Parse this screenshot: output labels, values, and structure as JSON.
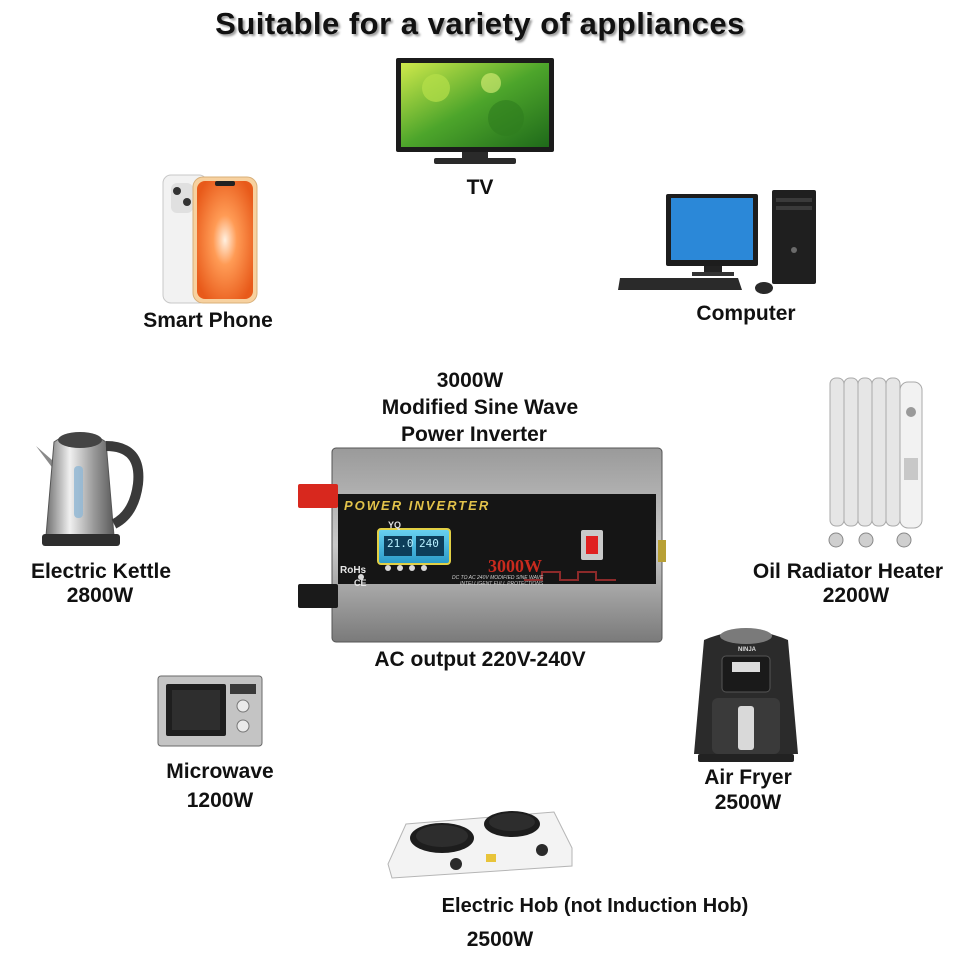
{
  "title": "Suitable for a variety of appliances",
  "center": {
    "line1": "3000W",
    "line2": "Modified Sine Wave",
    "line3": "Power Inverter",
    "output": "AC output 220V-240V",
    "device": {
      "banner": "POWER INVERTER",
      "brand": "YQ",
      "rohs": "RoHs",
      "cert": "CE",
      "power": "3000W",
      "small_line1": "DC TO AC 240V MODIFIED SINE WAVE",
      "small_line2": "INTELLIGENT FULL PROTECTIONS",
      "lcd_left": "21.0",
      "lcd_right": "240"
    }
  },
  "appliances": {
    "tv": {
      "name": "TV",
      "icon": "tv-icon"
    },
    "computer": {
      "name": "Computer",
      "icon": "computer-icon"
    },
    "phone": {
      "name": "Smart Phone",
      "icon": "phone-icon"
    },
    "kettle": {
      "name": "Electric Kettle",
      "watt": "2800W",
      "icon": "kettle-icon"
    },
    "heater": {
      "name": "Oil Radiator Heater",
      "watt": "2200W",
      "icon": "heater-icon"
    },
    "microwave": {
      "name": "Microwave",
      "watt": "1200W",
      "icon": "microwave-icon"
    },
    "fryer": {
      "name": "Air Fryer",
      "watt": "2500W",
      "icon": "air-fryer-icon",
      "brand": "NINJA"
    },
    "hob": {
      "name": "Electric Hob (not Induction Hob)",
      "watt": "2500W",
      "icon": "hob-icon"
    }
  }
}
